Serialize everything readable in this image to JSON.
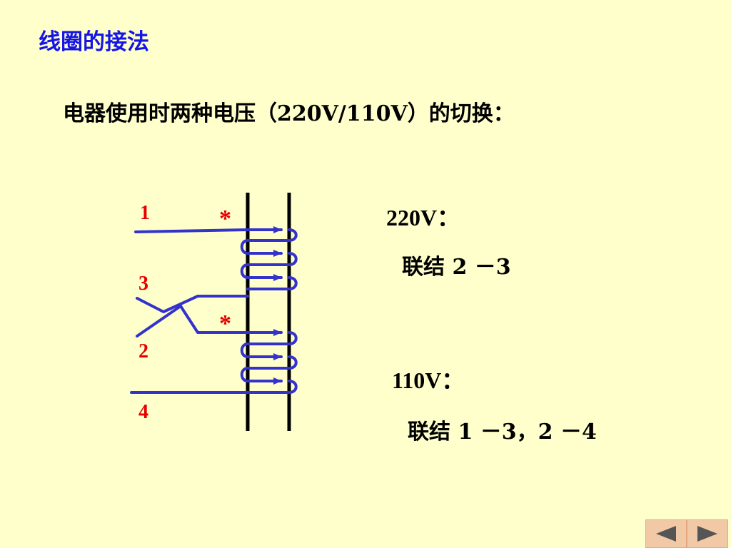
{
  "slide": {
    "title": "线圈的接法",
    "subtitle": "电器使用时两种电压（220V/110V）的切换："
  },
  "diagram": {
    "terminals": [
      "1",
      "3",
      "2",
      "4"
    ],
    "polarity_marks": [
      "*",
      "*"
    ]
  },
  "connections": {
    "v220": {
      "label": "220V：",
      "text": "联结 2 －3"
    },
    "v110": {
      "label": "110V：",
      "text": "联结 1 －3，2 －4"
    }
  },
  "colors": {
    "background": "#FFFFCC",
    "title": "#1515E6",
    "wire": "#3333CC",
    "terminal_label": "#E60000",
    "nav_button": "#F2C9A6"
  },
  "nav": {
    "prev_icon": "triangle-left-icon",
    "next_icon": "triangle-right-icon"
  }
}
